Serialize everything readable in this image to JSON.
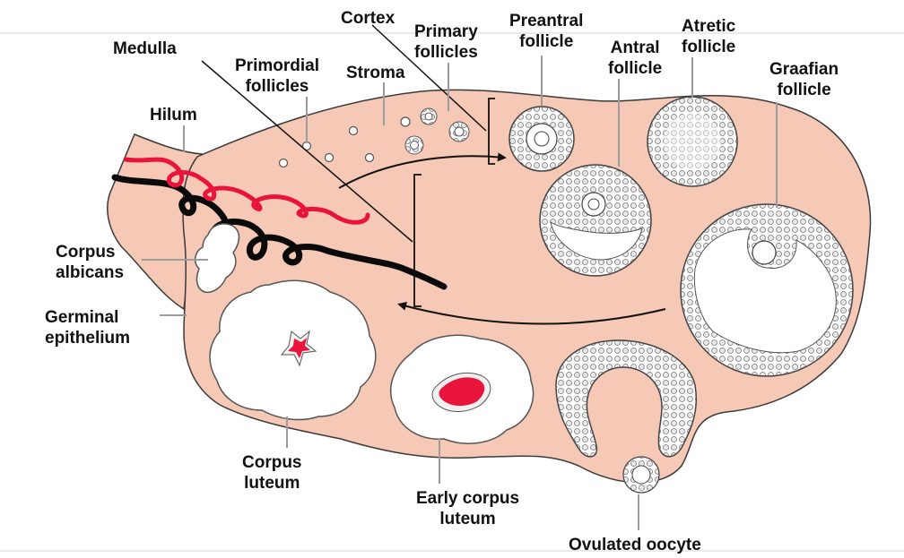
{
  "diagram": {
    "colors": {
      "ovary": "#f6c8b6",
      "outline": "#3a3a3a",
      "artery": "#e8143c",
      "vein": "#0a0a0a",
      "follicle_fill": "#ffffff",
      "granulosa": "#d6d6d6",
      "corpus_core": "#e8143c",
      "leader": "#9c9c9c"
    },
    "labels": {
      "cortex": [
        "Cortex"
      ],
      "medulla": [
        "Medulla"
      ],
      "primary_follicles": [
        "Primary",
        "follicles"
      ],
      "preantral_follicle": [
        "Preantral",
        "follicle"
      ],
      "atretic_follicle": [
        "Atretic",
        "follicle"
      ],
      "primordial_follicles": [
        "Primordial",
        "follicles"
      ],
      "stroma": [
        "Stroma"
      ],
      "antral_follicle": [
        "Antral",
        "follicle"
      ],
      "graafian_follicle": [
        "Graafian",
        "follicle"
      ],
      "hilum": [
        "Hilum"
      ],
      "corpus_albicans": [
        "Corpus",
        "albicans"
      ],
      "germinal_epithelium": [
        "Germinal",
        "epithelium"
      ],
      "corpus_luteum": [
        "Corpus",
        "luteum"
      ],
      "early_corpus_luteum": [
        "Early corpus",
        "luteum"
      ],
      "ovulated_oocyte": [
        "Ovulated oocyte"
      ]
    }
  }
}
